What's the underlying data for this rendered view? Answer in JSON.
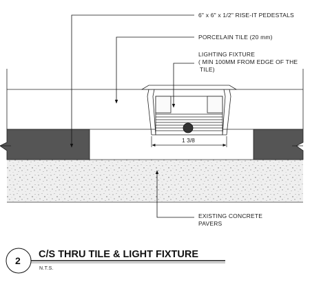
{
  "callouts": {
    "pedestals": "6\" x 6\" x 1/2\" RISE-IT PEDESTALS",
    "porcelain_tile": "PORCELAIN TILE (20 mm)",
    "lighting_fixture_line1": "LIGHTING FIXTURE",
    "lighting_fixture_line2": "( MIN 100MM FROM EDGE OF THE",
    "lighting_fixture_line3": "TILE)",
    "concrete_line1": "EXISTING CONCRETE",
    "concrete_line2": "PAVERS"
  },
  "dimension": {
    "fixture_width": "1 3/8"
  },
  "title_block": {
    "detail_number": "2",
    "title": "C/S THRU TILE & LIGHT FIXTURE",
    "scale": "N.T.S."
  }
}
